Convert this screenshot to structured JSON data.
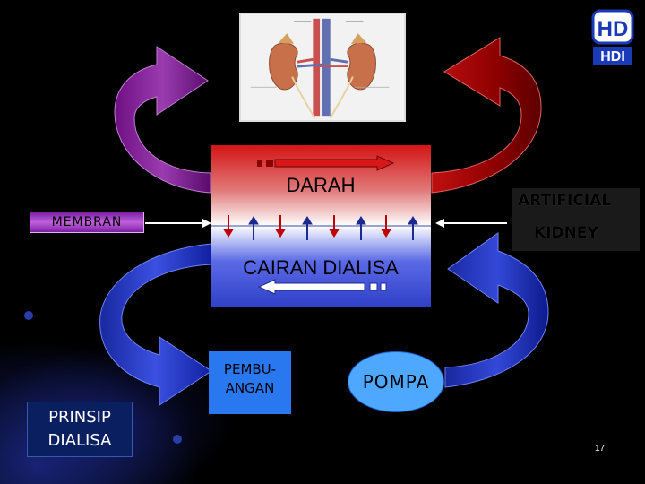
{
  "box": {
    "top_label": "DARAH",
    "bottom_label": "CAIRAN DIALISA"
  },
  "labels": {
    "membran": "MEMBRAN",
    "artificial_line1": "ARTIFICIAL",
    "artificial_line2": "KIDNEY",
    "pembuangan": [
      "PEMBU-",
      "ANGAN"
    ],
    "pompa": "POMPA",
    "prinsip": [
      "PRINSIP",
      "DIALISA"
    ]
  },
  "logo": {
    "top_text": "HD",
    "bottom_text": "HDI"
  },
  "page_number": "17",
  "colors": {
    "blood_red": "#d41414",
    "dialysate_blue": "#3040c8",
    "purple_arrow": "#7a1a8c",
    "dark_red_arrow": "#a00000",
    "blue_arrow": "#2030b8",
    "pompa_fill": "#4ea8ff",
    "pembuangan_fill": "#2a78f0"
  }
}
